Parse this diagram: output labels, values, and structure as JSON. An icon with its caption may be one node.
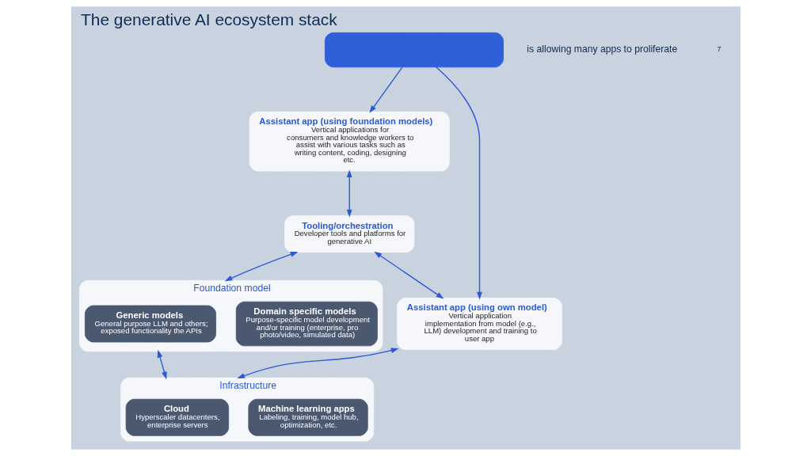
{
  "diagram": {
    "title": "The generative AI ecosystem stack",
    "nodes": [
      {
        "text": [],
        "shape": "box"
      },
      {
        "text": [
          "Assistant app (using foundation models)",
          "Vertical applications for consumers and knowledge workers to assist with various tasks such as writing content, coding, designing etc."
        ]
      },
      {
        "text": [
          "Tooling/orchestration",
          "Developer tools and platforms for generative AI"
        ]
      },
      {
        "text": [
          "Assistant app (using own model)",
          "Vertical application implementation from model (e.g., LLM) development and training to user app"
        ]
      },
      {
        "text": [
          "Foundation model"
        ]
      },
      {
        "text": [
          "Generic models",
          "General purpose LLM and others; exposed functionality the APIs"
        ],
        "in": 4
      },
      {
        "text": [
          "Domain specific models",
          "Purpose-specific model development and/or training (enterprise, pro photo/video, simulated data)"
        ],
        "in": 4
      },
      {
        "text": [
          "Infrastructure"
        ]
      },
      {
        "text": [
          "Cloud",
          "Hyperscaler datacenters, enterprise servers"
        ],
        "in": 7
      },
      {
        "text": [
          "Machine learning apps",
          "Labeling, training, model hub, optimization, etc."
        ],
        "in": 7
      }
    ],
    "edges": [
      {
        "from": 0,
        "to": 1,
        "arrow": "to"
      },
      {
        "from": 0,
        "to": 3,
        "arrow": "to"
      },
      {
        "from": 1,
        "to": 2,
        "arrow": "both"
      },
      {
        "from": 2,
        "to": 3,
        "arrow": "both"
      },
      {
        "from": 2,
        "to": 4,
        "arrow": "both"
      },
      {
        "from": 4,
        "to": 7,
        "arrow": "both"
      },
      {
        "from": 3,
        "to": 7,
        "arrow": "both"
      }
    ],
    "labels": [
      "is allowing many apps to proliferate",
      "7"
    ]
  }
}
